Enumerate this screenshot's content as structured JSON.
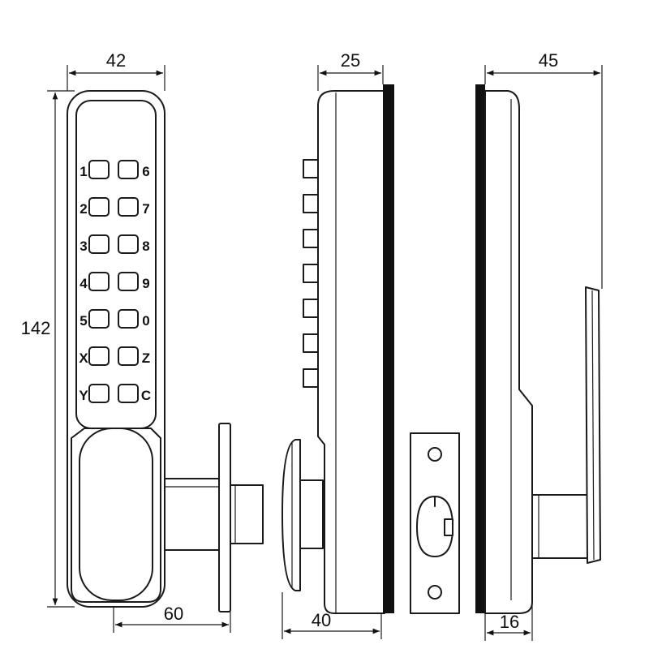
{
  "dimensions": {
    "front_width": "42",
    "front_height": "142",
    "side_depth": "25",
    "right_depth": "45",
    "spindle_length": "60",
    "knob_depth": "40",
    "lever_offset": "16"
  },
  "keypad": {
    "left": [
      "1",
      "2",
      "3",
      "4",
      "5",
      "X",
      "Y"
    ],
    "right": [
      "6",
      "7",
      "8",
      "9",
      "0",
      "Z",
      "C"
    ]
  }
}
